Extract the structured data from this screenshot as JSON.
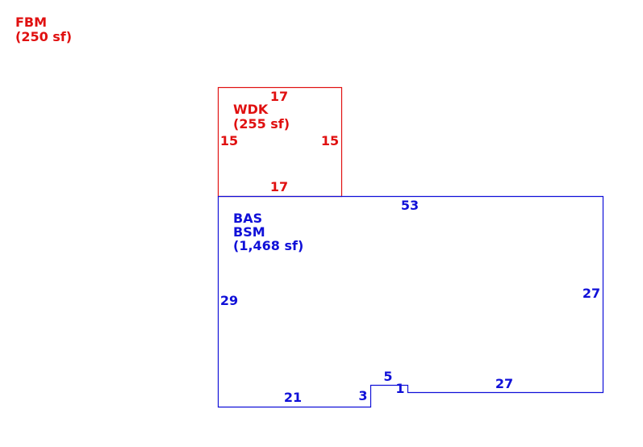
{
  "colors": {
    "red": "#e01010",
    "blue": "#1010d8"
  },
  "fbm": {
    "code": "FBM",
    "area": "(250 sf)"
  },
  "wdk": {
    "code": "WDK",
    "area": "(255 sf)",
    "dims": {
      "top": "17",
      "bottom": "17",
      "left": "15",
      "right": "15"
    }
  },
  "main": {
    "code1": "BAS",
    "code2": "BSM",
    "area": "(1,468 sf)",
    "dims": {
      "top": "53",
      "left": "29",
      "right": "27",
      "bottom_left": "21",
      "step_up": "3",
      "step_top": "5",
      "step_down": "1",
      "bottom_right": "27"
    }
  }
}
